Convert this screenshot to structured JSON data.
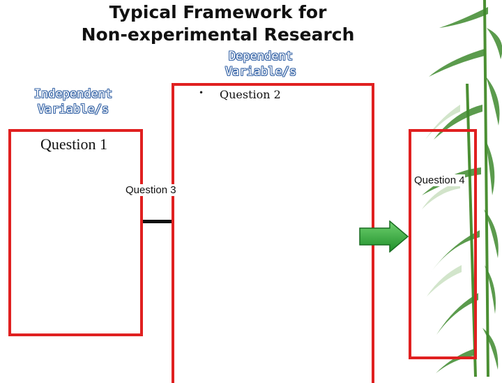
{
  "slide": {
    "title_line1": "Typical Framework for",
    "title_line2": "Non-experimental Research",
    "dependent_label_line1": "Dependent",
    "dependent_label_line2": "Variable/s",
    "independent_label_line1": "Independent",
    "independent_label_line2": "Variable/s",
    "bullet": "•",
    "question1": "Question 1",
    "question2": "Question 2",
    "question3": "Question 3",
    "question4": "Question 4"
  },
  "colors": {
    "box_border": "#e02020",
    "arrow_fill": "#3cb043",
    "label_outline": "#3a67a8",
    "bamboo": "#3f8a2e"
  },
  "icons": {
    "arrow": "right-arrow-icon",
    "decoration": "bamboo-decoration"
  }
}
